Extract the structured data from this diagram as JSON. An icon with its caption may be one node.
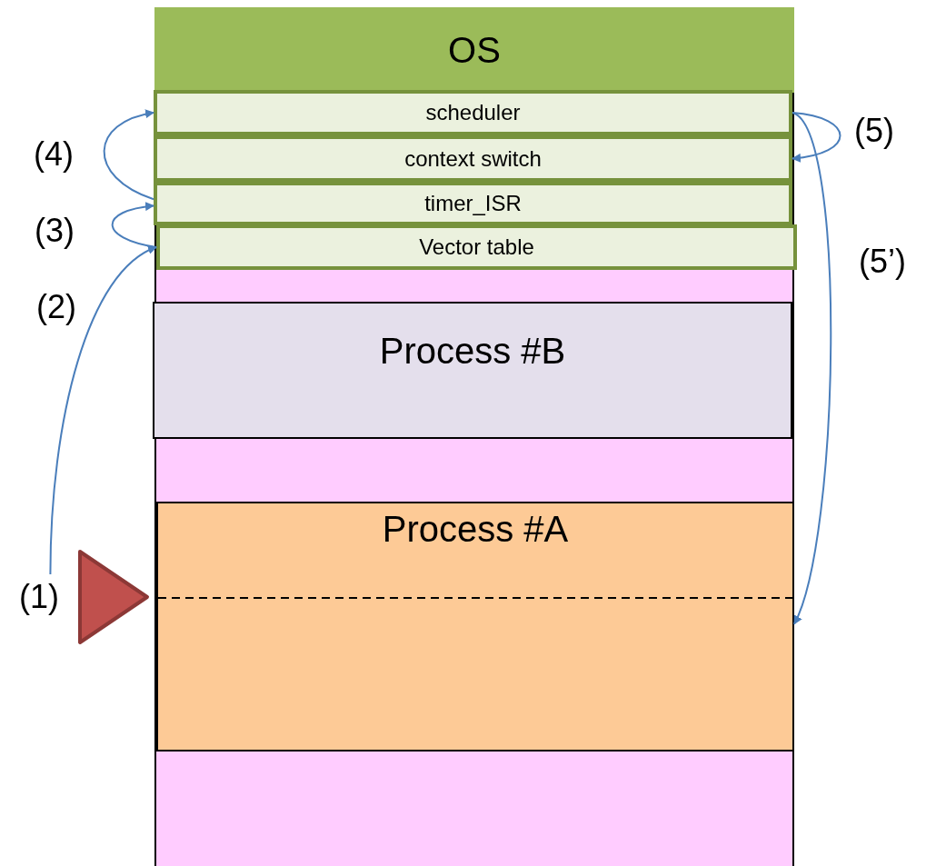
{
  "diagram": {
    "nodes": [
      {
        "text": [
          "OS"
        ]
      },
      {
        "text": [
          "scheduler"
        ]
      },
      {
        "text": [
          "context switch"
        ]
      },
      {
        "text": [
          "timer_ISR"
        ]
      },
      {
        "text": [
          "Vector table"
        ]
      },
      {
        "text": [
          "Process #B"
        ]
      },
      {
        "text": [
          "Process #A"
        ]
      },
      {
        "text": [
          "(1)"
        ]
      }
    ],
    "edges": [
      {
        "from": 7,
        "to": 4,
        "arrow": "to",
        "label": "(2)"
      },
      {
        "from": 4,
        "to": 3,
        "arrow": "to",
        "label": "(3)"
      },
      {
        "from": 3,
        "to": 1,
        "arrow": "to",
        "label": "(4)"
      },
      {
        "from": 1,
        "to": 2,
        "arrow": "to",
        "label": "(5)"
      },
      {
        "from": 1,
        "to": 6,
        "arrow": "to",
        "label": "(5’)"
      }
    ]
  }
}
